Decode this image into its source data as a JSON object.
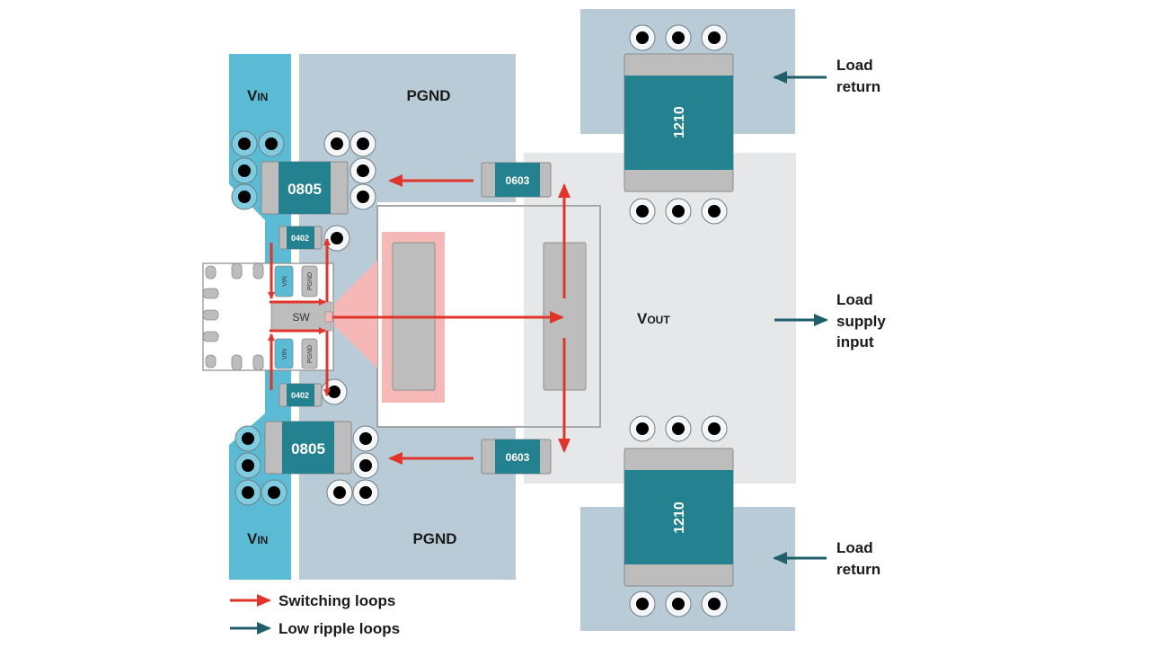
{
  "colors": {
    "vin_copper": "#5bbbd4",
    "pgnd_copper": "#b9cbd6",
    "vout_copper": "#e6e7e9",
    "cap_body": "#24818f",
    "cap_terminal": "#bdbdbd",
    "switching_arrow": "#e0352b",
    "low_ripple_arrow": "#1e5f6b",
    "sw_highlight": "#f5b8b6",
    "text": "#1a1a1a"
  },
  "labels": {
    "vin_top": {
      "main": "V",
      "sub": "IN"
    },
    "vin_bottom": {
      "main": "V",
      "sub": "IN"
    },
    "pgnd_top": "PGND",
    "pgnd_bottom": "PGND",
    "vout": {
      "main": "V",
      "sub": "OUT"
    },
    "sw_pin": "SW",
    "ic_pin_vin_top": "VIN",
    "ic_pin_pgnd_top": "PGND",
    "ic_pin_vin_bottom": "VIN",
    "ic_pin_pgnd_bottom": "PGND"
  },
  "components": {
    "cap_0805_top": "0805",
    "cap_0805_bottom": "0805",
    "cap_0402_top": "0402",
    "cap_0402_bottom": "0402",
    "cap_0603_top": "0603",
    "cap_0603_bottom": "0603",
    "cap_1210_top": "1210",
    "cap_1210_bottom": "1210"
  },
  "annotations": {
    "load_return_top": [
      "Load",
      "return"
    ],
    "load_supply_input": [
      "Load",
      "supply",
      "input"
    ],
    "load_return_bottom": [
      "Load",
      "return"
    ]
  },
  "legend": {
    "items": [
      {
        "label": "Switching loops",
        "icon": "red-arrow-icon"
      },
      {
        "label": "Low ripple loops",
        "icon": "teal-arrow-icon"
      }
    ]
  }
}
